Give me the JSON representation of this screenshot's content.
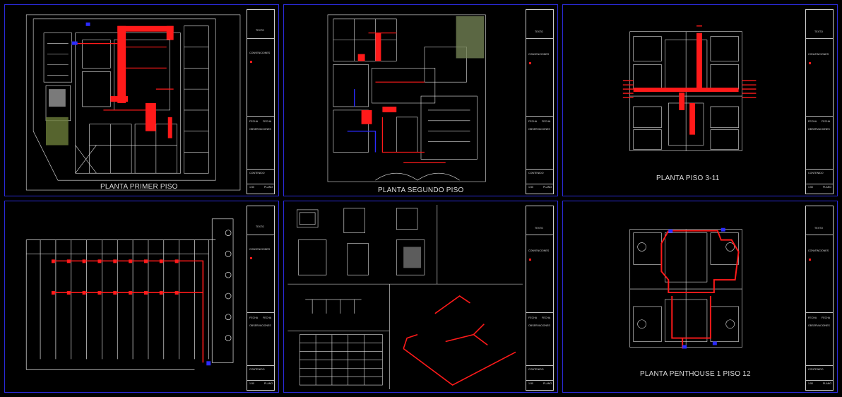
{
  "sheets": [
    {
      "caption": "PLANTA PRIMER PISO"
    },
    {
      "caption": "PLANTA SEGUNDO PISO"
    },
    {
      "caption": "PLANTA  PISO 3-11"
    },
    {
      "caption": ""
    },
    {
      "caption": ""
    },
    {
      "caption": "PLANTA PENTHOUSE 1 PISO 12"
    }
  ],
  "titleblock": {
    "header": "TEXTO",
    "conventions": "CONVENCIONES",
    "fecha": "FECHA",
    "fecha2": "FECHA",
    "observaciones": "OBSERVACIONES",
    "contenido": "CONTENIDO",
    "plano": "PLANO",
    "scale": "1:50"
  },
  "colors": {
    "border": "#2a2ad8",
    "lines": "#e8e8e8",
    "pipes": "#ff1a1a",
    "accent_blue": "#2b2bff"
  }
}
